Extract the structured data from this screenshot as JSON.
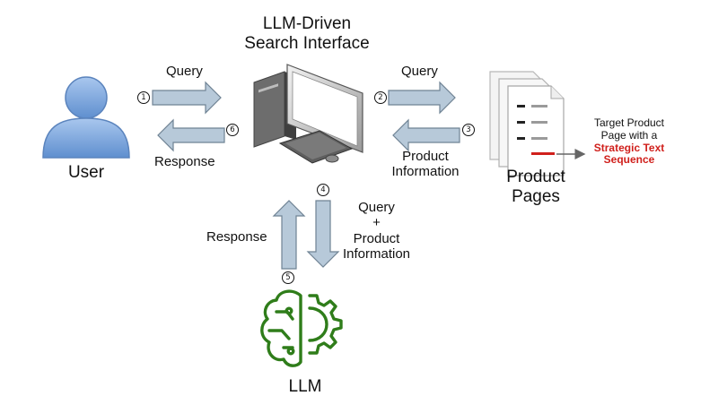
{
  "title": {
    "line1": "LLM-Driven",
    "line2": "Search Interface"
  },
  "user_label": "User",
  "llm_label": "LLM",
  "product_pages": {
    "line1": "Product",
    "line2": "Pages"
  },
  "target_note": {
    "line1": "Target Product",
    "line2": "Page with a",
    "line3": "Strategic Text",
    "line4": "Sequence"
  },
  "flows": {
    "query_1": "Query",
    "response_6": "Response",
    "query_2": "Query",
    "product_info_3": {
      "line1": "Product",
      "line2": "Information"
    },
    "query_product_4": {
      "line1": "Query",
      "line2": "+",
      "line3": "Product",
      "line4": "Information"
    },
    "response_5": "Response"
  },
  "steps": [
    "1",
    "2",
    "3",
    "4",
    "5",
    "6"
  ],
  "colors": {
    "arrow_fill": "#b7c9d9",
    "arrow_stroke": "#6f8394",
    "user_icon": "#7fa6dc",
    "brain_gear": "#2f7d1a",
    "highlight": "#d0201c"
  }
}
